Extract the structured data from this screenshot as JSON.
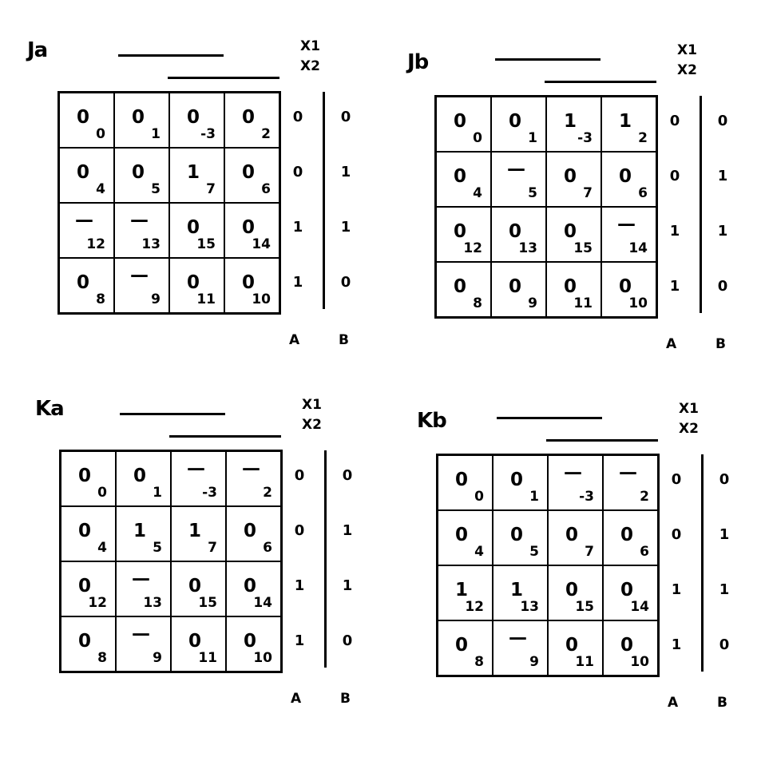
{
  "maps": [
    {
      "title": "Ja",
      "x1_label": "X1",
      "x2_label": "X2",
      "a_label": "A",
      "b_label": "B",
      "row_labels": [
        [
          "0",
          "0"
        ],
        [
          "0",
          "1"
        ],
        [
          "1",
          "1"
        ],
        [
          "1",
          "0"
        ]
      ],
      "cells": [
        [
          {
            "v": "0",
            "i": "0"
          },
          {
            "v": "0",
            "i": "1"
          },
          {
            "v": "0",
            "i": "-3"
          },
          {
            "v": "0",
            "i": "2"
          }
        ],
        [
          {
            "v": "0",
            "i": "4"
          },
          {
            "v": "0",
            "i": "5"
          },
          {
            "v": "1",
            "i": "7"
          },
          {
            "v": "0",
            "i": "6"
          }
        ],
        [
          {
            "v": "—",
            "i": "12"
          },
          {
            "v": "—",
            "i": "13"
          },
          {
            "v": "0",
            "i": "15"
          },
          {
            "v": "0",
            "i": "14"
          }
        ],
        [
          {
            "v": "0",
            "i": "8"
          },
          {
            "v": "—",
            "i": "9"
          },
          {
            "v": "0",
            "i": "11"
          },
          {
            "v": "0",
            "i": "10"
          }
        ]
      ]
    },
    {
      "title": "Jb",
      "x1_label": "X1",
      "x2_label": "X2",
      "a_label": "A",
      "b_label": "B",
      "row_labels": [
        [
          "0",
          "0"
        ],
        [
          "0",
          "1"
        ],
        [
          "1",
          "1"
        ],
        [
          "1",
          "0"
        ]
      ],
      "cells": [
        [
          {
            "v": "0",
            "i": "0"
          },
          {
            "v": "0",
            "i": "1"
          },
          {
            "v": "1",
            "i": "-3"
          },
          {
            "v": "1",
            "i": "2"
          }
        ],
        [
          {
            "v": "0",
            "i": "4"
          },
          {
            "v": "—",
            "i": "5"
          },
          {
            "v": "0",
            "i": "7"
          },
          {
            "v": "0",
            "i": "6"
          }
        ],
        [
          {
            "v": "0",
            "i": "12"
          },
          {
            "v": "0",
            "i": "13"
          },
          {
            "v": "0",
            "i": "15"
          },
          {
            "v": "—",
            "i": "14"
          }
        ],
        [
          {
            "v": "0",
            "i": "8"
          },
          {
            "v": "0",
            "i": "9"
          },
          {
            "v": "0",
            "i": "11"
          },
          {
            "v": "0",
            "i": "10"
          }
        ]
      ]
    },
    {
      "title": "Ka",
      "x1_label": "X1",
      "x2_label": "X2",
      "a_label": "A",
      "b_label": "B",
      "row_labels": [
        [
          "0",
          "0"
        ],
        [
          "0",
          "1"
        ],
        [
          "1",
          "1"
        ],
        [
          "1",
          "0"
        ]
      ],
      "cells": [
        [
          {
            "v": "0",
            "i": "0"
          },
          {
            "v": "0",
            "i": "1"
          },
          {
            "v": "—",
            "i": "-3"
          },
          {
            "v": "—",
            "i": "2"
          }
        ],
        [
          {
            "v": "0",
            "i": "4"
          },
          {
            "v": "1",
            "i": "5"
          },
          {
            "v": "1",
            "i": "7"
          },
          {
            "v": "0",
            "i": "6"
          }
        ],
        [
          {
            "v": "0",
            "i": "12"
          },
          {
            "v": "—",
            "i": "13"
          },
          {
            "v": "0",
            "i": "15"
          },
          {
            "v": "0",
            "i": "14"
          }
        ],
        [
          {
            "v": "0",
            "i": "8"
          },
          {
            "v": "—",
            "i": "9"
          },
          {
            "v": "0",
            "i": "11"
          },
          {
            "v": "0",
            "i": "10"
          }
        ]
      ]
    },
    {
      "title": "Kb",
      "x1_label": "X1",
      "x2_label": "X2",
      "a_label": "A",
      "b_label": "B",
      "row_labels": [
        [
          "0",
          "0"
        ],
        [
          "0",
          "1"
        ],
        [
          "1",
          "1"
        ],
        [
          "1",
          "0"
        ]
      ],
      "cells": [
        [
          {
            "v": "0",
            "i": "0"
          },
          {
            "v": "0",
            "i": "1"
          },
          {
            "v": "—",
            "i": "-3"
          },
          {
            "v": "—",
            "i": "2"
          }
        ],
        [
          {
            "v": "0",
            "i": "4"
          },
          {
            "v": "0",
            "i": "5"
          },
          {
            "v": "0",
            "i": "7"
          },
          {
            "v": "0",
            "i": "6"
          }
        ],
        [
          {
            "v": "1",
            "i": "12"
          },
          {
            "v": "1",
            "i": "13"
          },
          {
            "v": "0",
            "i": "15"
          },
          {
            "v": "0",
            "i": "14"
          }
        ],
        [
          {
            "v": "0",
            "i": "8"
          },
          {
            "v": "—",
            "i": "9"
          },
          {
            "v": "0",
            "i": "11"
          },
          {
            "v": "0",
            "i": "10"
          }
        ]
      ]
    }
  ]
}
